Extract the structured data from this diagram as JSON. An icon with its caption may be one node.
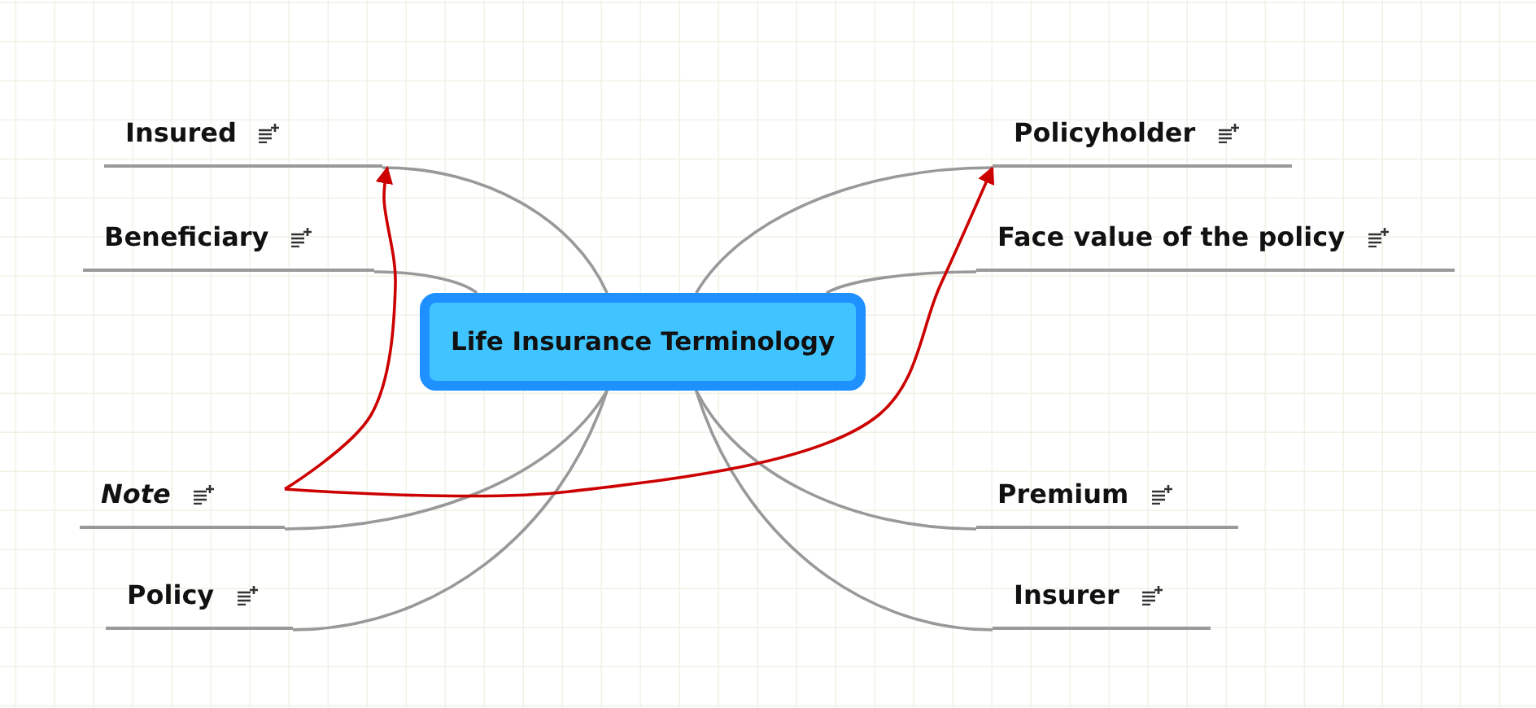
{
  "diagram": {
    "nodes": [
      {
        "text": [
          "Life Insurance Terminology"
        ]
      },
      {
        "text": [
          "Insured"
        ]
      },
      {
        "text": [
          "Beneficiary"
        ]
      },
      {
        "text": [
          "Note"
        ]
      },
      {
        "text": [
          "Policy"
        ]
      },
      {
        "text": [
          "Policyholder"
        ]
      },
      {
        "text": [
          "Face value of the policy"
        ]
      },
      {
        "text": [
          "Premium"
        ]
      },
      {
        "text": [
          "Insurer"
        ]
      }
    ],
    "edges": [
      {
        "from": 0,
        "to": 1,
        "arrow": "none"
      },
      {
        "from": 0,
        "to": 2,
        "arrow": "none"
      },
      {
        "from": 0,
        "to": 3,
        "arrow": "none"
      },
      {
        "from": 0,
        "to": 4,
        "arrow": "none"
      },
      {
        "from": 0,
        "to": 5,
        "arrow": "none"
      },
      {
        "from": 0,
        "to": 6,
        "arrow": "none"
      },
      {
        "from": 0,
        "to": 7,
        "arrow": "none"
      },
      {
        "from": 0,
        "to": 8,
        "arrow": "none"
      },
      {
        "from": 3,
        "to": 1,
        "arrow": "to",
        "color": "#cc0000"
      },
      {
        "from": 3,
        "to": 5,
        "arrow": "to",
        "color": "#cc0000"
      }
    ]
  }
}
